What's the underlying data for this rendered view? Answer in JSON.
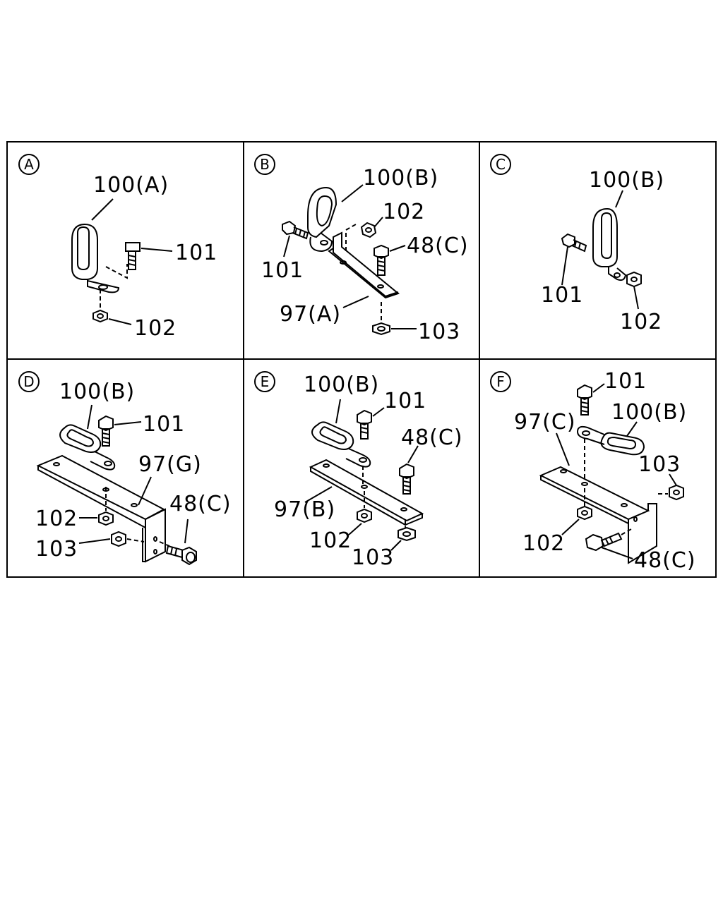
{
  "panels": [
    {
      "id": "A",
      "labels": [
        "100(A)",
        "101",
        "102"
      ]
    },
    {
      "id": "B",
      "labels": [
        "100(B)",
        "102",
        "101",
        "48(C)",
        "97(A)",
        "103"
      ]
    },
    {
      "id": "C",
      "labels": [
        "100(B)",
        "101",
        "102"
      ]
    },
    {
      "id": "D",
      "labels": [
        "100(B)",
        "101",
        "97(G)",
        "48(C)",
        "102",
        "103"
      ]
    },
    {
      "id": "E",
      "labels": [
        "100(B)",
        "101",
        "48(C)",
        "97(B)",
        "102",
        "103"
      ]
    },
    {
      "id": "F",
      "labels": [
        "101",
        "97(C)",
        "100(B)",
        "103",
        "102",
        "48(C)"
      ]
    }
  ]
}
